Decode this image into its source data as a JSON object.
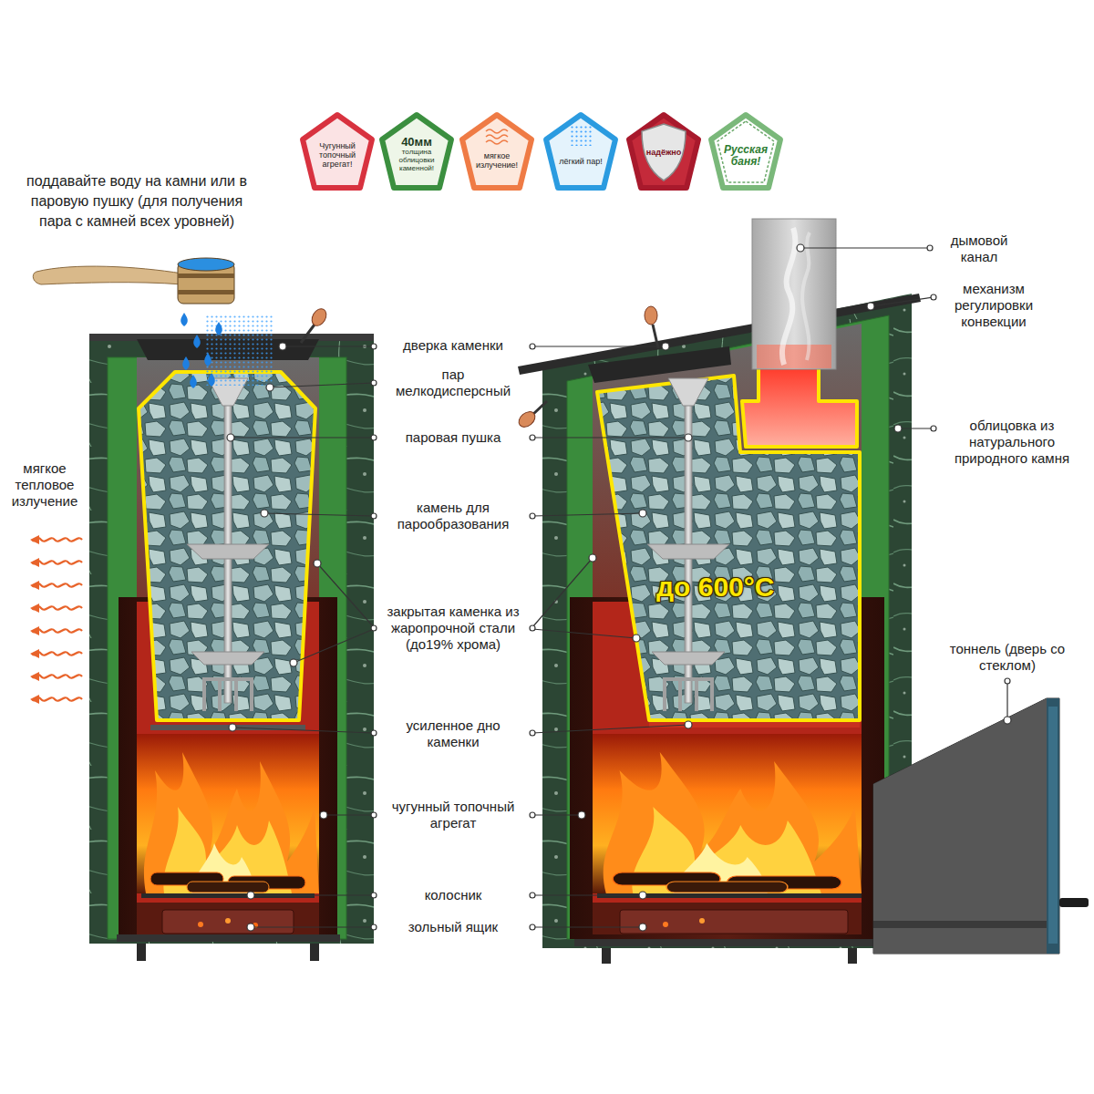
{
  "diagram": {
    "nodes": [
      {
        "text": [
          "Чугунный топочный агрегат!"
        ]
      },
      {
        "text": [
          "40мм",
          "толщина облицовки каменной!"
        ]
      },
      {
        "text": [
          "мягкое излучение!"
        ]
      },
      {
        "text": [
          "лёгкий пар!"
        ]
      },
      {
        "text": [
          "надёжно"
        ]
      },
      {
        "text": [
          "Русская баня!"
        ]
      }
    ],
    "labels": [
      "поддавайте воду на камни или в паровую пушку (для получения пара с камней всех уровней)",
      "дверка каменки",
      "пар мелкодисперсный",
      "паровая пушка",
      "дымовой канал",
      "механизм регулировки конвекции",
      "облицовка из натурального природного камня",
      "мягкое тепловое излучение",
      "камень для парообразования",
      "до 600°C",
      "закрытая каменка из жаропрочной стали (до19% хрома)",
      "тоннель (дверь со стеклом)",
      "усиленное дно каменки",
      "чугунный топочный агрегат",
      "колосник",
      "зольный ящик"
    ]
  }
}
